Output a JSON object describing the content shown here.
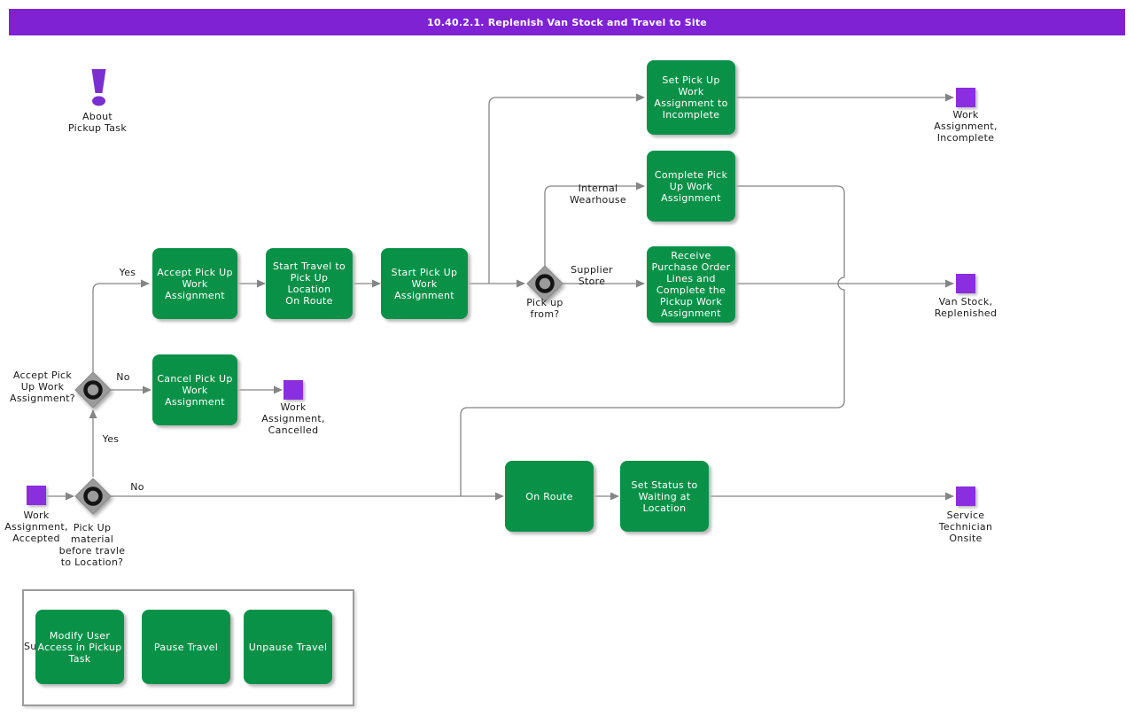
{
  "title_bar": {
    "text": "10.40.2.1. Replenish Van Stock and Travel to Site"
  },
  "about": {
    "label": "About\nPickup Task"
  },
  "tasks": {
    "accept": {
      "label": "Accept Pick Up\nWork\nAssignment"
    },
    "start_travel": {
      "label": "Start Travel to\nPick Up Location\nOn Route"
    },
    "start_pickup": {
      "label": "Start Pick Up\nWork\nAssignment"
    },
    "set_incomplete": {
      "label": "Set Pick Up\nWork\nAssignment to\nIncomplete"
    },
    "complete_pickup": {
      "label": "Complete Pick\nUp Work\nAssignment"
    },
    "receive_po": {
      "label": "Receive\nPurchase Order\nLines and\nComplete the\nPickup Work\nAssignment"
    },
    "cancel_pickup": {
      "label": "Cancel Pick Up\nWork\nAssignment"
    },
    "on_route": {
      "label": "On Route"
    },
    "set_waiting": {
      "label": "Set Status to\nWaiting at\nLocation"
    }
  },
  "events": {
    "wa_incomplete": {
      "label": "Work\nAssignment,\nIncomplete"
    },
    "van_stock": {
      "label": "Van Stock,\nReplenished"
    },
    "wa_cancelled": {
      "label": "Work\nAssignment,\nCancelled"
    },
    "wa_accepted": {
      "label": "Work\nAssignment,\nAccepted"
    },
    "tech_onsite": {
      "label": "Service\nTechnician\nOnsite"
    }
  },
  "decisions": {
    "accept_q": {
      "label": "Accept Pick\nUp Work\nAssignment?"
    },
    "pickup_from": {
      "label": "Pick up\nfrom?"
    },
    "material_q": {
      "label": "Pick Up\nmaterial\nbefore travle\nto Location?"
    }
  },
  "edge_labels": {
    "yes_accept": "Yes",
    "no_cancel": "No",
    "yes_material": "Yes",
    "no_material": "No",
    "internal": "Internal\nWearhouse",
    "supplier": "Supplier\nStore"
  },
  "legend": {
    "partial_text": "Su",
    "items": {
      "modify_user": {
        "label": "Modify User\nAccess in Pickup\nTask"
      },
      "pause": {
        "label": "Pause Travel"
      },
      "unpause": {
        "label": "Unpause Travel"
      }
    }
  },
  "colors": {
    "title_purple": "#7E22D4",
    "event_purple": "#8A2EE0",
    "task_green": "#0A9148",
    "connector_gray": "#858585",
    "gateway_gray": "#9B9B9B"
  }
}
